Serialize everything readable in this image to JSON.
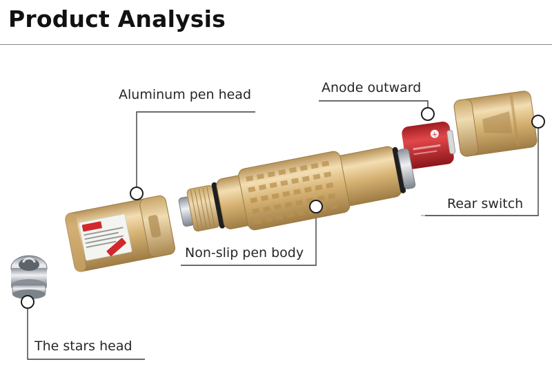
{
  "title": "Product Analysis",
  "labels": {
    "aluminum_pen_head": "Aluminum pen head",
    "anode_outward": "Anode outward",
    "rear_switch": "Rear switch",
    "non_slip_pen_body": "Non-slip pen body",
    "stars_head": "The stars head"
  },
  "colors": {
    "gold": "#d8b577",
    "gold_dark": "#a5834a",
    "battery_red": "#c8272b",
    "steel": "#b8bcc2"
  },
  "icons": {
    "callout_marker": "circle-outline"
  }
}
